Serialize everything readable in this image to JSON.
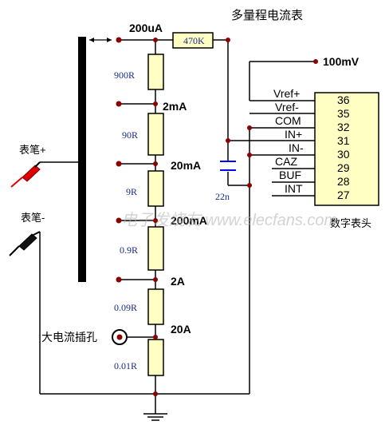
{
  "title": "多量程电流表",
  "ranges": [
    "200uA",
    "2mA",
    "20mA",
    "200mA",
    "2A",
    "20A"
  ],
  "resistors": {
    "series": "470K",
    "r900": "900R",
    "r90": "90R",
    "r9": "9R",
    "r09": "0.9R",
    "r009": "0.09R",
    "r001": "0.01R"
  },
  "capacitor_label": "22n",
  "reference_voltage": "100mV",
  "probes": {
    "positive": "表笔+",
    "negative": "表笔-"
  },
  "high_current_jack": "大电流插孔",
  "ic": {
    "caption": "数字表头",
    "pins": [
      {
        "name": "Vref+",
        "number": "36"
      },
      {
        "name": "Vref-",
        "number": "35"
      },
      {
        "name": "COM",
        "number": "32"
      },
      {
        "name": "IN+",
        "number": "31"
      },
      {
        "name": "IN-",
        "number": "30"
      },
      {
        "name": "CAZ",
        "number": "29"
      },
      {
        "name": "BUF",
        "number": "28"
      },
      {
        "name": "INT",
        "number": "27"
      }
    ]
  },
  "watermark": "电子发烧友 www.elecfans.com",
  "colors": {
    "wire": "#000000",
    "node": "#8b0000",
    "resistor_fill": "#ffffc4",
    "ic_fill": "#ffffc4",
    "capacitor": "#0000ff",
    "resistor_value": "#1a2a8a",
    "probe_red": "#e00000",
    "watermark": "#b0b0b0"
  }
}
